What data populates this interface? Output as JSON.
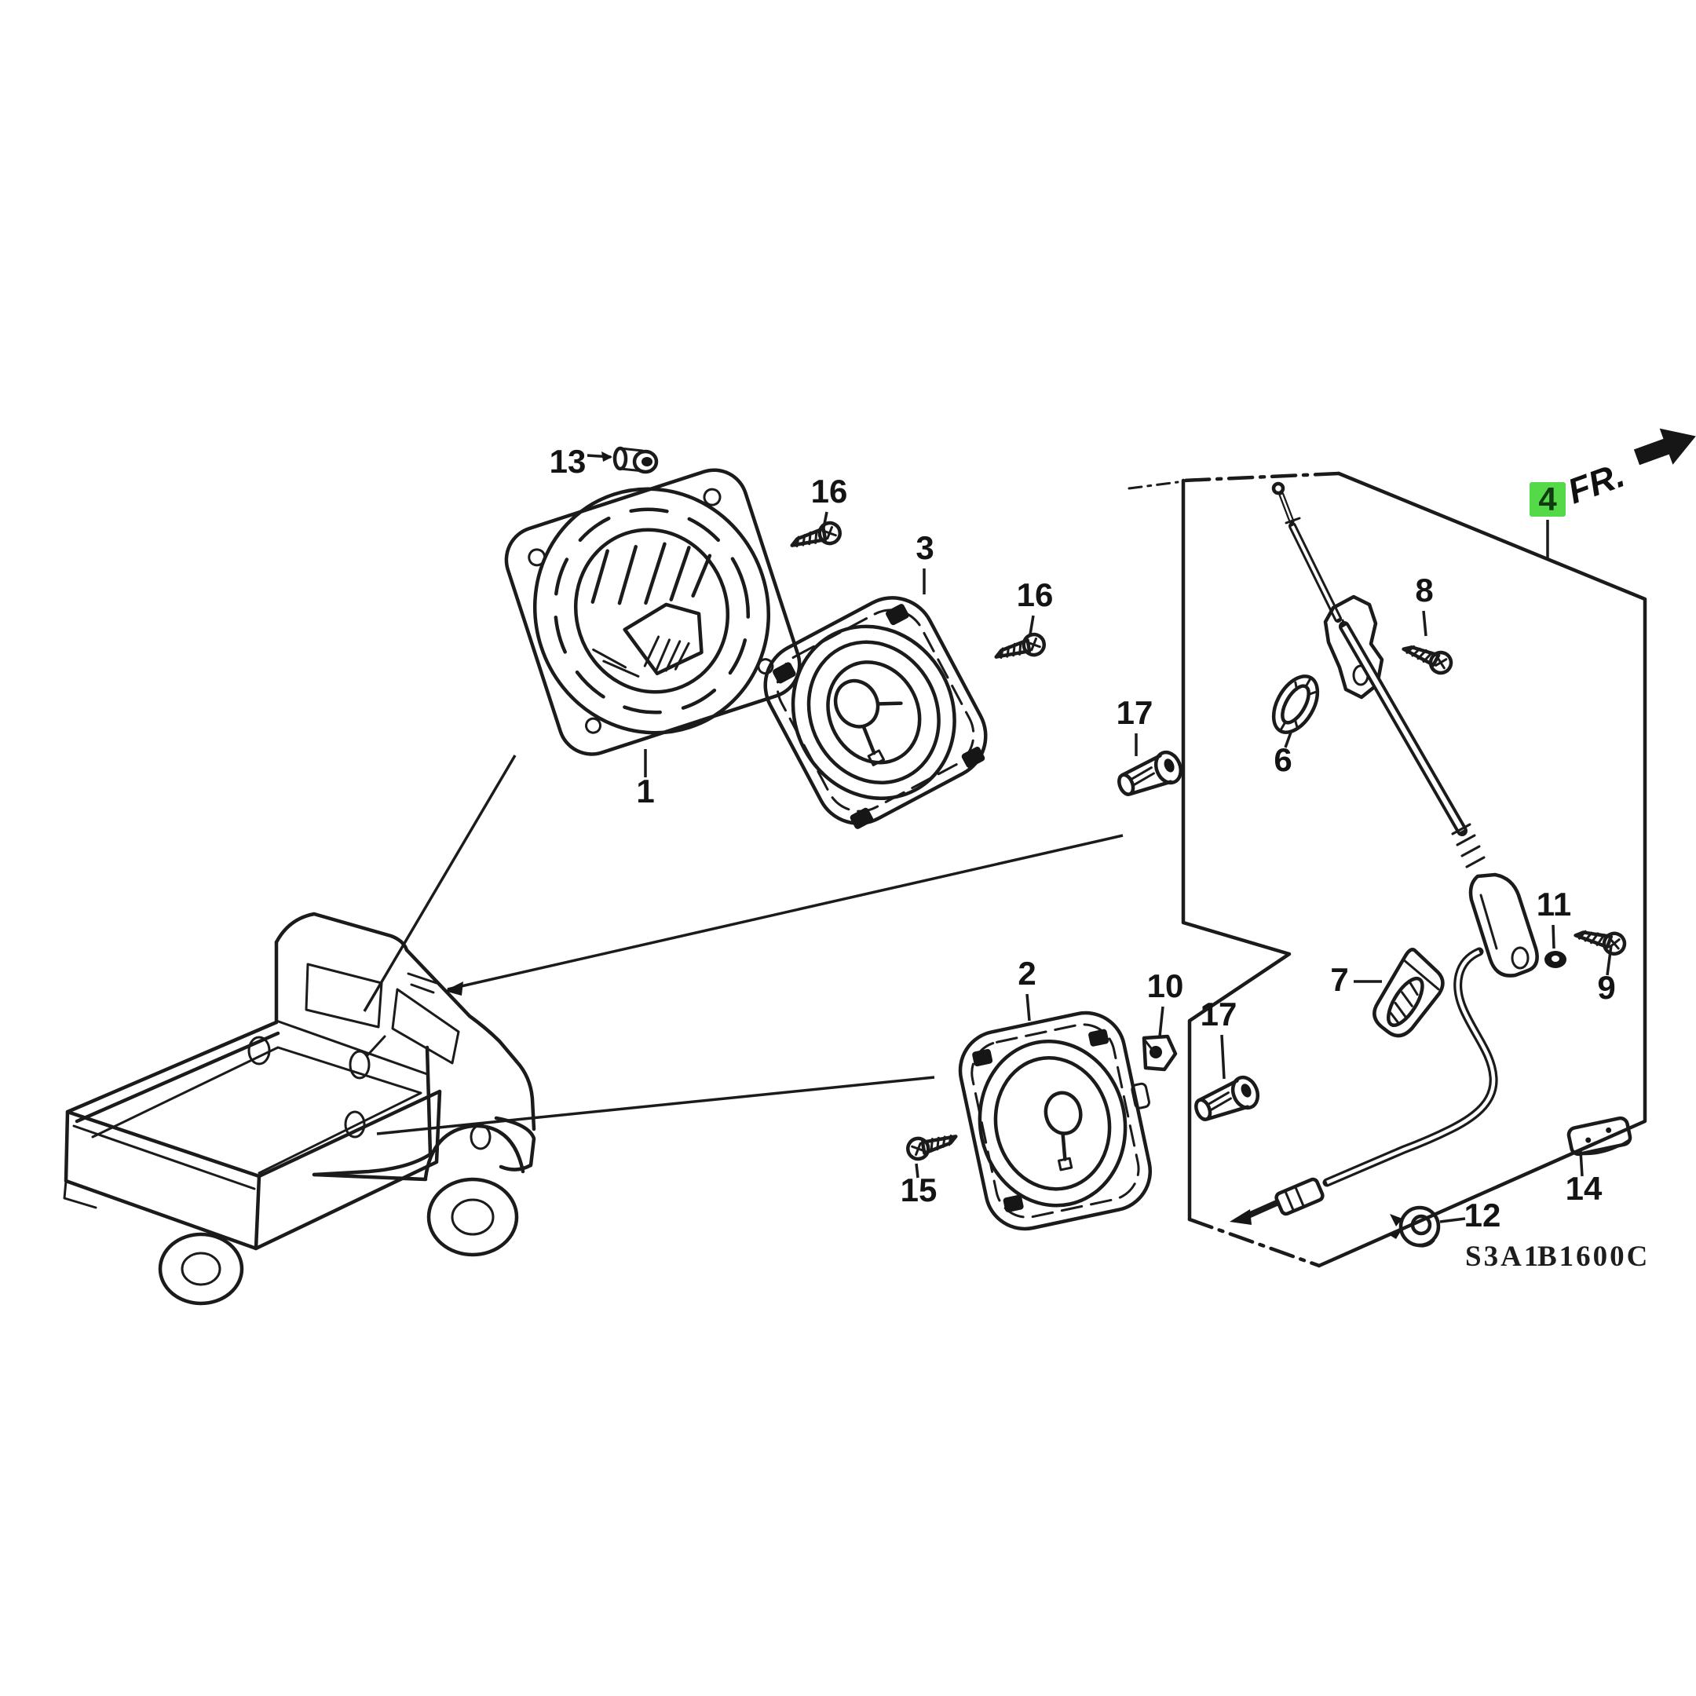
{
  "diagram": {
    "code_left": "S3A1",
    "code_right": "B1600C",
    "fr_label": "FR.",
    "highlight_color": "#54d948",
    "highlighted_part": "4",
    "line_color": "#1b1b1b",
    "background_color": "#ffffff"
  },
  "labels": {
    "l1": {
      "text": "1"
    },
    "l2": {
      "text": "2"
    },
    "l3": {
      "text": "3"
    },
    "l4": {
      "text": "4"
    },
    "l6": {
      "text": "6"
    },
    "l7": {
      "text": "7"
    },
    "l8": {
      "text": "8"
    },
    "l9": {
      "text": "9"
    },
    "l10": {
      "text": "10"
    },
    "l11": {
      "text": "11"
    },
    "l12": {
      "text": "12"
    },
    "l13": {
      "text": "13"
    },
    "l14": {
      "text": "14"
    },
    "l15": {
      "text": "15"
    },
    "l16a": {
      "text": "16"
    },
    "l16b": {
      "text": "16"
    },
    "l17a": {
      "text": "17"
    },
    "l17b": {
      "text": "17"
    }
  }
}
